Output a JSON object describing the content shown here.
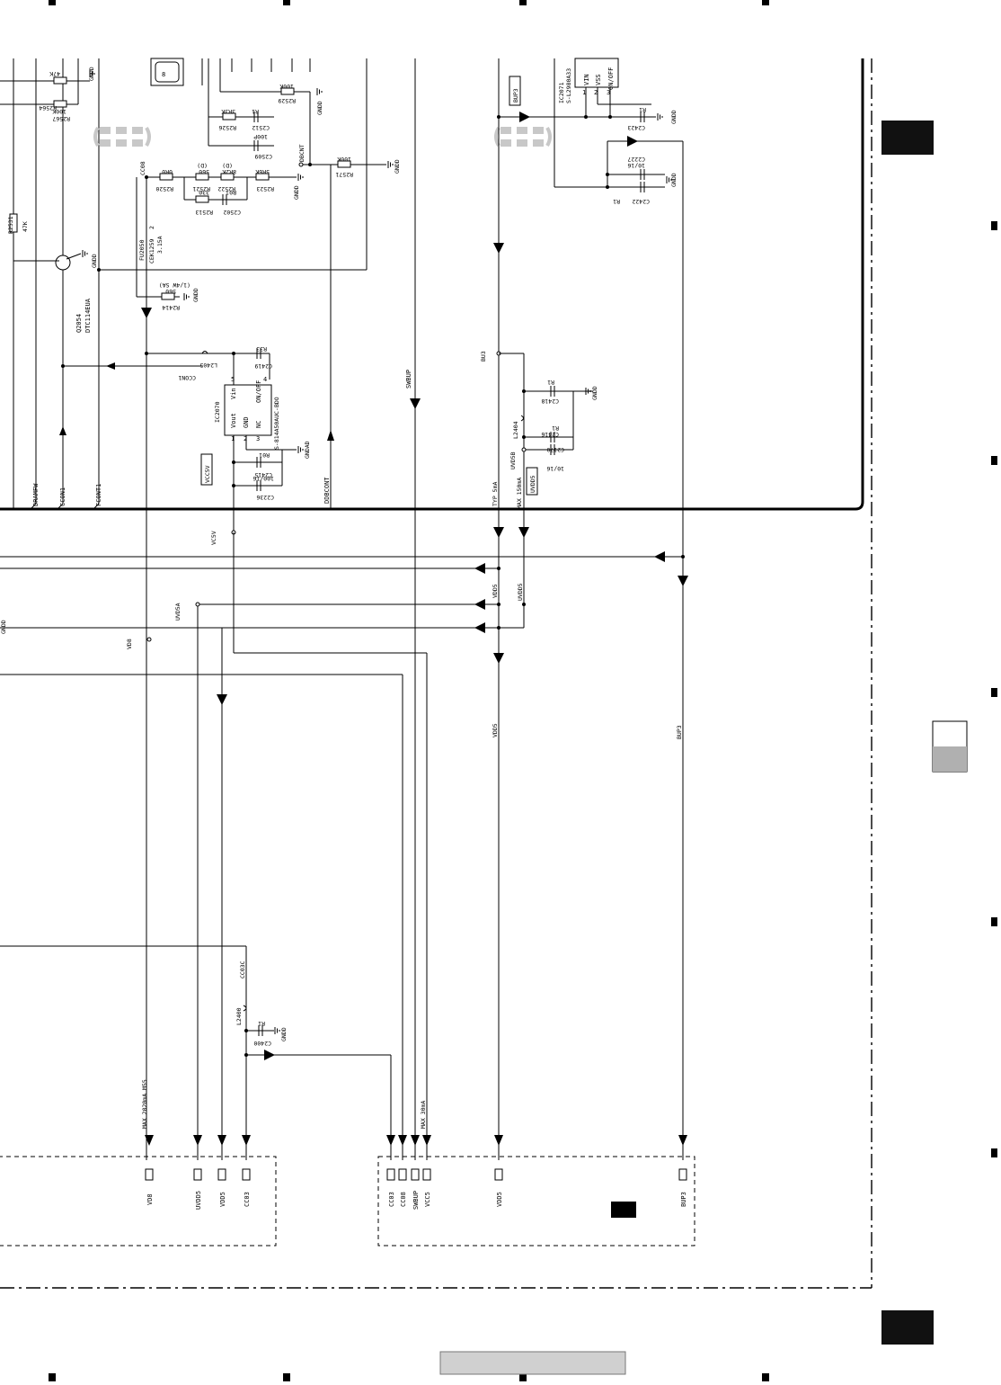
{
  "diagram": {
    "left_nets": {
      "dramfw": "DRAMFW",
      "ccon1": "CCON1",
      "fcont1": "FCONT1",
      "gndd": "GNDD"
    },
    "resistors": {
      "r2564": {
        "ref": "R2564",
        "value": "47K"
      },
      "r2567": {
        "ref": "R2567",
        "value": "100K"
      },
      "r2531": {
        "ref": "R2531",
        "value": "47K"
      },
      "r2529": {
        "ref": "R2529",
        "value": "100K"
      },
      "r2526": {
        "ref": "R2526",
        "value": "3R3K"
      },
      "r2520": {
        "ref": "R2520",
        "value": "0R0"
      },
      "r2521": {
        "ref": "R2521",
        "value": "560",
        "note": "(D)"
      },
      "r2522": {
        "ref": "R2522",
        "value": "8R2K",
        "note": "(D)"
      },
      "r2523": {
        "ref": "R2523",
        "value": "5R6K"
      },
      "r2513": {
        "ref": "R2513",
        "value": "330"
      },
      "r2571": {
        "ref": "R2571",
        "value": "100K"
      },
      "r2414": {
        "ref": "R2414",
        "value": "560",
        "note": "(1/4W SA)"
      }
    },
    "capacitors": {
      "c2512": {
        "ref": "C2512",
        "value": "R1"
      },
      "c2509": {
        "ref": "C2509",
        "value": "100P"
      },
      "c2502": {
        "ref": "C2502",
        "value": "R01"
      },
      "c2419": {
        "ref": "C2419",
        "value": "R33"
      },
      "c2415": {
        "ref": "C2415",
        "value": "R01"
      },
      "c2236": {
        "ref": "C2236",
        "value": "100/16"
      },
      "c2423": {
        "ref": "C2423",
        "value": "R1"
      },
      "c2227": {
        "ref": "C2227",
        "value": "10/16"
      },
      "c2422": {
        "ref": "C2422",
        "value": "R1"
      },
      "c2418": {
        "ref": "C2418",
        "value": "R1"
      },
      "c2416": {
        "ref": "C2416",
        "value": "R1"
      },
      "c2170": {
        "ref": "C2170",
        "value": "10/16"
      },
      "c2400": {
        "ref": "C2400",
        "value": "R1"
      }
    },
    "transistor": {
      "ref": "Q2054",
      "part": "DTC114EUA"
    },
    "fuse": {
      "ref": "FU2050",
      "part": "CEK1259",
      "rating": "3.15A",
      "pin2": "2"
    },
    "ic2070": {
      "ref": "IC2070",
      "part": "S-814A50AUC-BDO",
      "vin": "Vin",
      "vout": "Vout",
      "gnd": "GND",
      "nc": "NC",
      "onoff": "ON/OFF",
      "p1": "1",
      "p2": "2",
      "p3": "3",
      "p4": "4",
      "p5": "5"
    },
    "ic2071": {
      "ref": "IC2071",
      "part": "S-L2980A33",
      "vin": "VIN",
      "vss": "VSS",
      "onoff": "ON/OFF",
      "p1": "1",
      "p2": "2",
      "p3": "3"
    },
    "inductors": {
      "l2405": "L2405",
      "l2404": "L2404",
      "l2400": "L2400"
    },
    "nets": {
      "cc08": "CC08",
      "dbcnt": "DBCNT",
      "ddbcont": "DDBCONT",
      "ccon1": "CCON1",
      "swbup": "SWBUP",
      "bu3": "BU3",
      "uvd5b": "UVD5B",
      "vc5v": "VC5V",
      "vdd5": "VDD5",
      "uvdd5": "UVDD5",
      "uvd5a": "UVD5A",
      "vd8": "VD8",
      "bup3": "BUP3",
      "cc03c": "CC03C",
      "gndd": "GNDD",
      "gndad": "GNDAD"
    },
    "boxed_labels": {
      "vcc5v": "VCC5V",
      "uvdd5": "UVDD5",
      "bup3": "BUP3"
    },
    "currents": {
      "typ5ma": "TYP 5mA",
      "max150ma": "MAX 150mA",
      "max2020": "MAX 2020mA M55",
      "max30": "MAX 30mA"
    },
    "connector_left": [
      "VD8",
      "UVDD5",
      "VDD5",
      "CC03"
    ],
    "connector_right": [
      "CC03",
      "CC08",
      "SWBUP",
      "VCC5",
      "VDD5",
      "BUP3"
    ]
  }
}
